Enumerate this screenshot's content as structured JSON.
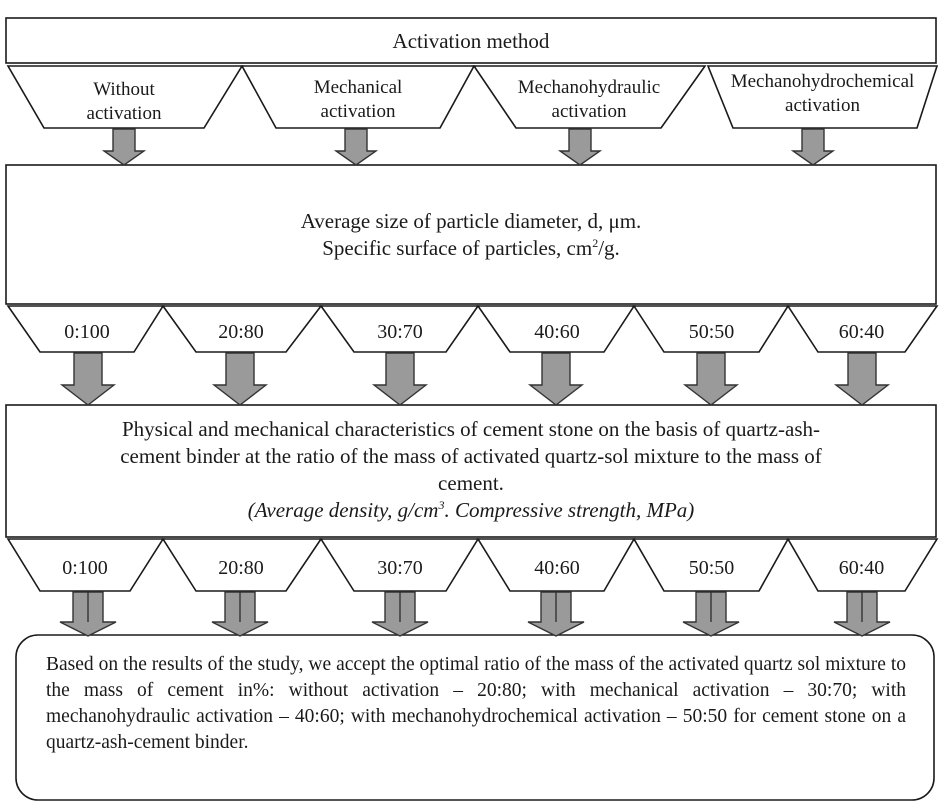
{
  "header": {
    "title": "Activation method"
  },
  "methods": [
    {
      "line1": "Without",
      "line2": "activation"
    },
    {
      "line1": "Mechanical",
      "line2": "activation"
    },
    {
      "line1": "Mechanohydraulic",
      "line2": "activation"
    },
    {
      "line1": "Mechanohydrochemical",
      "line2": "activation"
    }
  ],
  "particle_box": {
    "line1": "Average size of particle diameter, d, μm.",
    "line2_pre": "Specific surface of particles, cm",
    "line2_sup": "2",
    "line2_post": "/g."
  },
  "ratios_row1": [
    "0:100",
    "20:80",
    "30:70",
    "40:60",
    "50:50",
    "60:40"
  ],
  "characteristics_box": {
    "line1": "Physical and mechanical characteristics of cement stone on the basis of quartz-ash-",
    "line2": "cement binder at the ratio of the mass of activated quartz-sol mixture to the mass of",
    "line3": "cement.",
    "italic_pre": "(Average density, g/cm",
    "italic_sup": "3",
    "italic_post": ". Compressive strength, MPa)"
  },
  "ratios_row2": [
    "0:100",
    "20:80",
    "30:70",
    "40:60",
    "50:50",
    "60:40"
  ],
  "conclusion": {
    "text": "Based on the results of the study, we accept the optimal ratio of the mass of the activated quartz sol mixture to the mass of cement in%: without activation – 20:80; with mechanical activation – 30:70; with mechanohydraulic activation – 40:60; with mechanohydrochemical activation – 50:50 for cement stone on a quartz-ash-cement binder."
  },
  "colors": {
    "arrow_fill": "#9a9a9a",
    "stroke": "#1a1a1a"
  }
}
